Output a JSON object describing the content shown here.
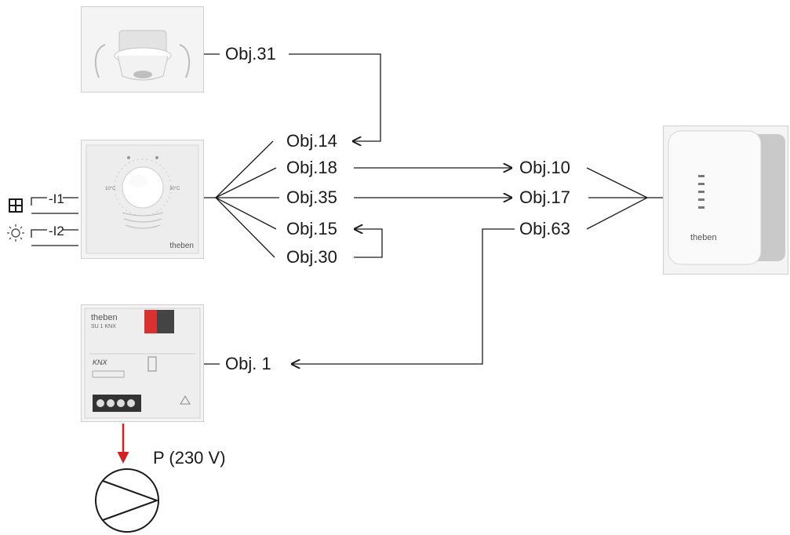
{
  "presence_detector": {
    "object_label": "Obj.31"
  },
  "room_controller": {
    "objects": [
      "Obj.14",
      "Obj.18",
      "Obj.35",
      "Obj.15",
      "Obj.30"
    ],
    "inputs": [
      "I1",
      "I2"
    ],
    "brand": "theben"
  },
  "actuator": {
    "objects": [
      "Obj.10",
      "Obj.17",
      "Obj.63"
    ],
    "brand": "theben"
  },
  "switch_actuator": {
    "object_label": "Obj. 1",
    "brand": "theben",
    "model": "SU 1 KNX",
    "bus": "KNX"
  },
  "pump": {
    "label": "P (230 V)"
  }
}
